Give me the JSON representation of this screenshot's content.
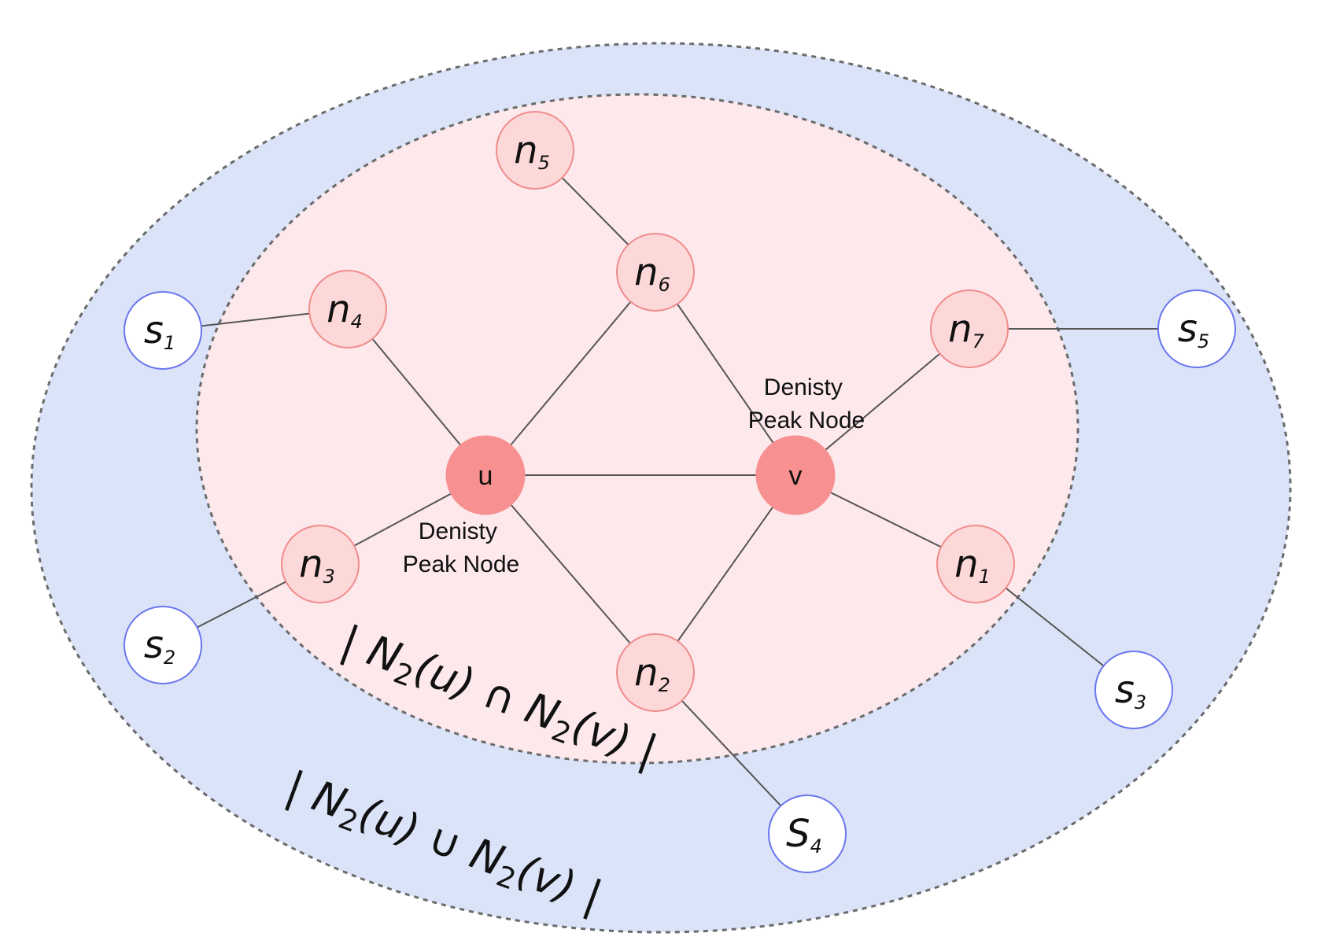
{
  "diagram": {
    "colors": {
      "outer_fill": "#dae3f8",
      "inner_fill": "#fde8ec",
      "dash_stroke": "#6b6b6b",
      "edge": "#555555",
      "inner_node_fill": "#fdd8d8",
      "inner_node_stroke": "#f08c8c",
      "peak_node_fill": "#f79090",
      "outer_node_fill": "#ffffff",
      "outer_node_stroke": "#6a76ee"
    },
    "nodes": [
      {
        "id": "u",
        "kind": "peak",
        "label": "u"
      },
      {
        "id": "v",
        "kind": "peak",
        "label": "v"
      },
      {
        "id": "n1",
        "kind": "inner",
        "base": "n",
        "sub": "1"
      },
      {
        "id": "n2",
        "kind": "inner",
        "base": "n",
        "sub": "2"
      },
      {
        "id": "n3",
        "kind": "inner",
        "base": "n",
        "sub": "3"
      },
      {
        "id": "n4",
        "kind": "inner",
        "base": "n",
        "sub": "4"
      },
      {
        "id": "n5",
        "kind": "inner",
        "base": "n",
        "sub": "5"
      },
      {
        "id": "n6",
        "kind": "inner",
        "base": "n",
        "sub": "6"
      },
      {
        "id": "n7",
        "kind": "inner",
        "base": "n",
        "sub": "7"
      },
      {
        "id": "s1",
        "kind": "outer",
        "base": "s",
        "sub": "1"
      },
      {
        "id": "s2",
        "kind": "outer",
        "base": "s",
        "sub": "2"
      },
      {
        "id": "s3",
        "kind": "outer",
        "base": "s",
        "sub": "3"
      },
      {
        "id": "s4",
        "kind": "outer",
        "base": "S",
        "sub": "4"
      },
      {
        "id": "s5",
        "kind": "outer",
        "base": "s",
        "sub": "5"
      }
    ],
    "edges": [
      [
        "u",
        "v"
      ],
      [
        "u",
        "n4"
      ],
      [
        "u",
        "n6"
      ],
      [
        "u",
        "n3"
      ],
      [
        "u",
        "n2"
      ],
      [
        "v",
        "n6"
      ],
      [
        "v",
        "n7"
      ],
      [
        "v",
        "n1"
      ],
      [
        "v",
        "n2"
      ],
      [
        "n5",
        "n6"
      ],
      [
        "n4",
        "s1"
      ],
      [
        "n3",
        "s2"
      ],
      [
        "n2",
        "s4"
      ],
      [
        "n1",
        "s3"
      ],
      [
        "n7",
        "s5"
      ]
    ],
    "peak_u": {
      "line1": "Denisty",
      "line2": "Peak Node"
    },
    "peak_v": {
      "line1": "Denisty",
      "line2": "Peak Node"
    },
    "intersection": {
      "bar_open": "| ",
      "n1_base": "N",
      "n1_sub": "2",
      "n1_arg": "(u)",
      "op": " ∩ ",
      "n2_base": "N",
      "n2_sub": "2",
      "n2_arg": "(v)",
      "bar_close": " |"
    },
    "union": {
      "bar_open": "| ",
      "n1_base": "N",
      "n1_sub": "2",
      "n1_arg": "(u)",
      "op": "  ∪ ",
      "n2_base": "N",
      "n2_sub": "2",
      "n2_arg": "(v)",
      "bar_close": " |"
    }
  }
}
